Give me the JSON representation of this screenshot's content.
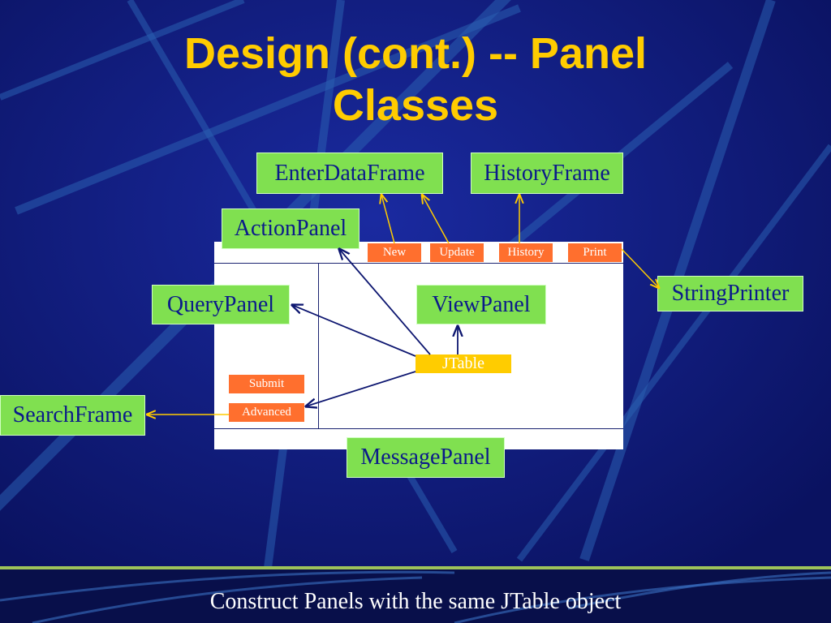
{
  "slide": {
    "title_line1": "Design (cont.) -- Panel",
    "title_line2": "Classes",
    "footer": "Construct Panels with the same JTable object"
  },
  "colors": {
    "background": "#0d1670",
    "title": "#ffcc00",
    "class_box": "#80e050",
    "class_text": "#0b1a8a",
    "button": "#ff6f2e",
    "jtable": "#ffcc00",
    "arrow_yellow": "#ffcc00",
    "arrow_navy": "#0d1670"
  },
  "classes": {
    "enter_data_frame": "EnterDataFrame",
    "history_frame": "HistoryFrame",
    "action_panel": "ActionPanel",
    "query_panel": "QueryPanel",
    "view_panel": "ViewPanel",
    "string_printer": "StringPrinter",
    "search_frame": "SearchFrame",
    "message_panel": "MessagePanel"
  },
  "buttons": {
    "new": "New",
    "update": "Update",
    "history": "History",
    "print": "Print",
    "submit": "Submit",
    "advanced": "Advanced"
  },
  "jtable": "JTable"
}
